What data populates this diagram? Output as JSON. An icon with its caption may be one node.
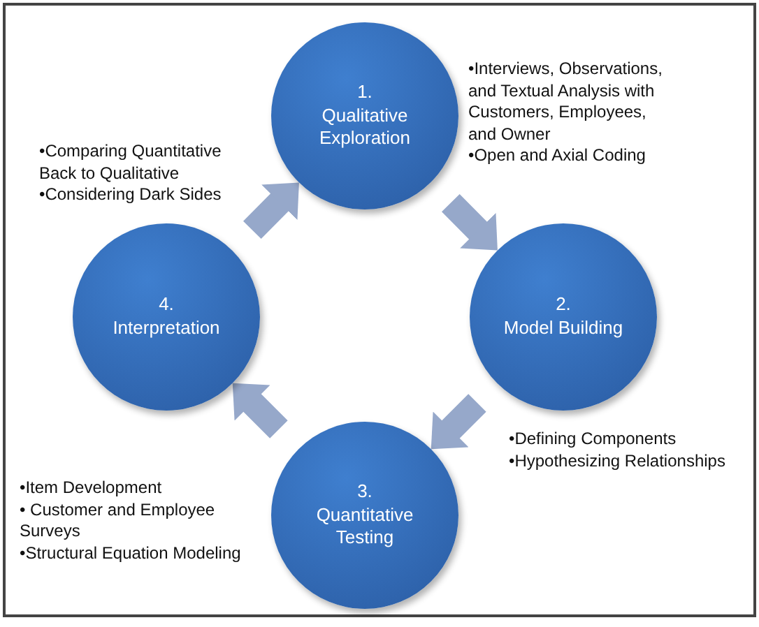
{
  "diagram": {
    "nodes": [
      {
        "text": [
          "1.",
          "Qualitative Exploration"
        ],
        "beside": [
          "•Interviews, Observations, and Textual Analysis with Customers, Employees, and Owner",
          "•Open and Axial Coding"
        ]
      },
      {
        "text": [
          "2.",
          "Model Building"
        ],
        "beside": [
          "•Defining Components",
          "•Hypothesizing Relationships"
        ]
      },
      {
        "text": [
          "3.",
          "Quantitative Testing"
        ],
        "beside": [
          "•Item Development",
          "• Customer and Employee Surveys",
          "•Structural Equation Modeling"
        ]
      },
      {
        "text": [
          "4.",
          "Interpretation"
        ],
        "beside": [
          "•Comparing Quantitative Back to Qualitative",
          "•Considering Dark Sides"
        ]
      }
    ],
    "edges": [
      {
        "from": 0,
        "to": 1,
        "arrow": "to"
      },
      {
        "from": 1,
        "to": 2,
        "arrow": "to"
      },
      {
        "from": 2,
        "to": 3,
        "arrow": "to"
      },
      {
        "from": 3,
        "to": 0,
        "arrow": "to"
      }
    ]
  }
}
